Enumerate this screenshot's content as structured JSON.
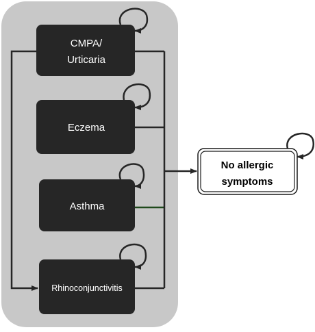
{
  "diagram": {
    "states": [
      {
        "id": "cmpa",
        "label_line1": "CMPA/",
        "label_line2": "Urticaria"
      },
      {
        "id": "eczema",
        "label": "Eczema"
      },
      {
        "id": "asthma",
        "label": "Asthma"
      },
      {
        "id": "rhino",
        "label": "Rhinoconjunctivitis"
      }
    ],
    "outcome": {
      "id": "no-allergic",
      "label_line1": "No allergic",
      "label_line2": "symptoms"
    },
    "colors": {
      "background": "#ffffff",
      "group_fill": "#c8c8c8",
      "state_fill": "#262626",
      "state_text": "#ffffff",
      "outcome_fill": "#ffffff",
      "outcome_border": "#1a1a1a",
      "outcome_text": "#000000",
      "edge": "#262626",
      "asthma_edge": "#1f4a1c"
    }
  }
}
